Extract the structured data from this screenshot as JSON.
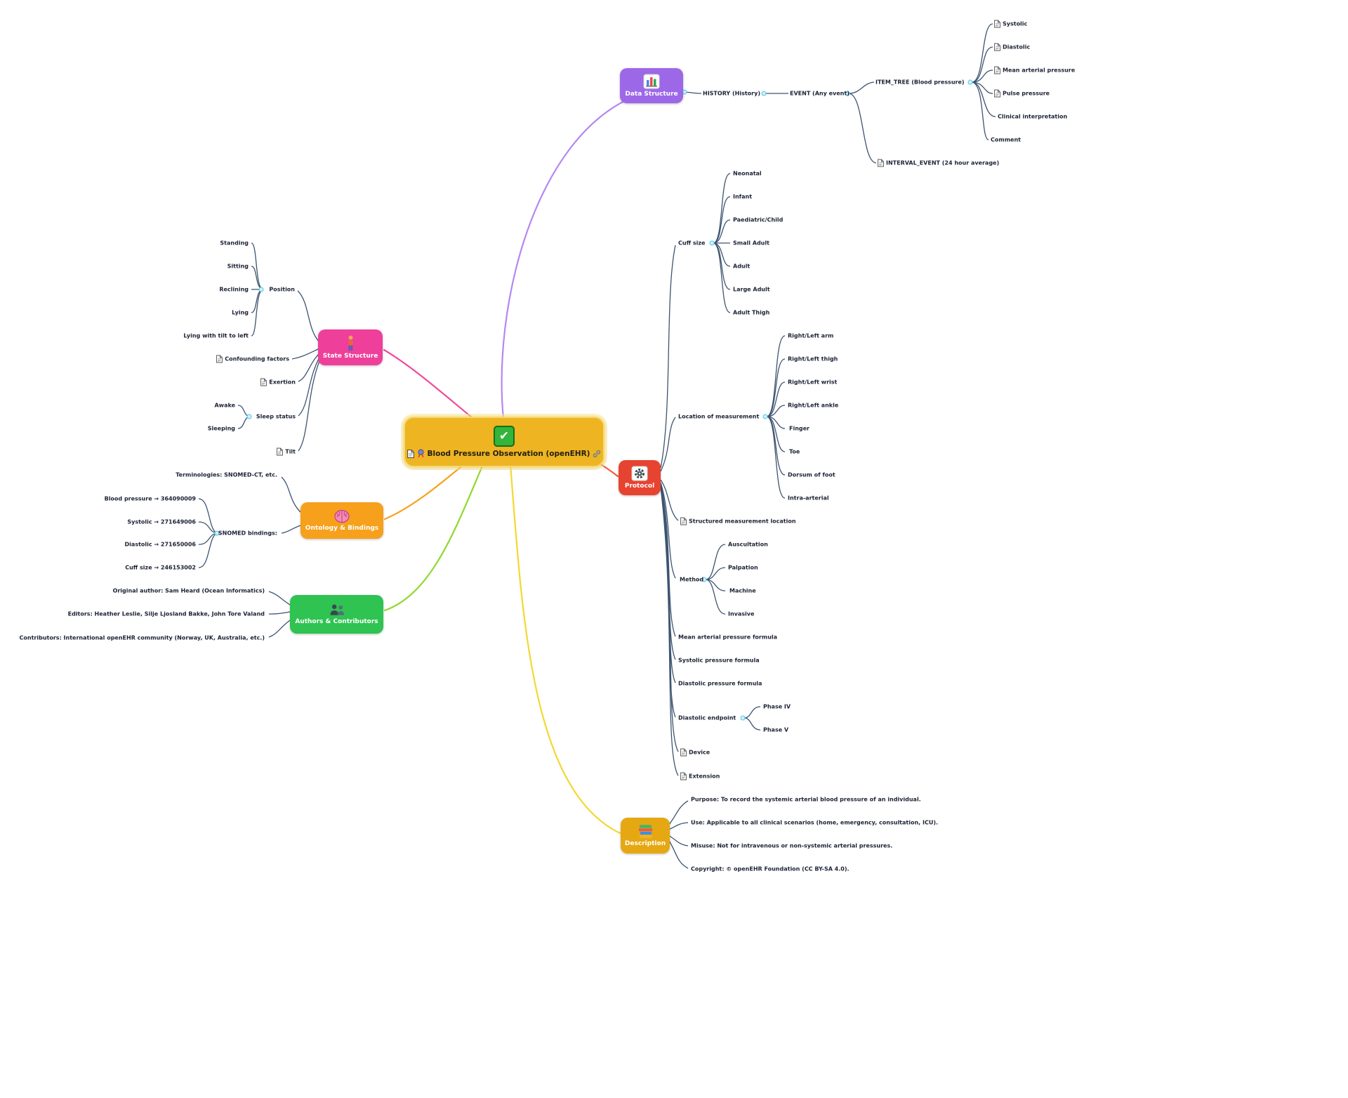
{
  "central": {
    "title": "Blood Pressure Observation (openEHR)",
    "icons": [
      "check-icon",
      "document-icon",
      "seal-icon",
      "link-icon"
    ]
  },
  "colors": {
    "central_fill": "#eeb422",
    "data_structure": "#9d68e8",
    "state_structure": "#ee3f9a",
    "ontology": "#f6a01b",
    "authors": "#2fc351",
    "protocol": "#e74331",
    "description": "#e5a812",
    "connector": "#3d5470",
    "branch_purple": "#b588f0",
    "branch_pink": "#f04a9b",
    "branch_orange": "#f6a21c",
    "branch_green": "#8fd92e",
    "branch_red": "#f25c33",
    "branch_yellow": "#f3d832"
  },
  "branches": {
    "data_structure": {
      "label": "Data Structure",
      "icon": "bar-chart-icon",
      "history": "HISTORY (History)",
      "event": "EVENT (Any event)",
      "item_tree": "ITEM_TREE (Blood pressure)",
      "items": [
        "Systolic",
        "Diastolic",
        "Mean arterial pressure",
        "Pulse pressure",
        "Clinical interpretation",
        "Comment"
      ],
      "interval_event": "INTERVAL_EVENT (24 hour average)"
    },
    "state_structure": {
      "label": "State Structure",
      "icon": "person-icon",
      "position": "Position",
      "position_items": [
        "Standing",
        "Sitting",
        "Reclining",
        "Lying",
        "Lying with tilt to left"
      ],
      "confounding_factors": "Confounding factors",
      "exertion": "Exertion",
      "sleep_status": "Sleep status",
      "sleep_items": [
        "Awake",
        "Sleeping"
      ],
      "tilt": "Tilt"
    },
    "ontology": {
      "label": "Ontology & Bindings",
      "icon": "brain-icon",
      "terminologies": "Terminologies: SNOMED-CT, etc.",
      "bindings_label": "SNOMED bindings:",
      "bindings": [
        "Blood pressure → 364090009",
        "Systolic → 271649006",
        "Diastolic → 271650006",
        "Cuff size → 246153002"
      ]
    },
    "authors": {
      "label": "Authors & Contributors",
      "icon": "people-icon",
      "items": [
        "Original author: Sam Heard (Ocean Informatics)",
        "Editors: Heather Leslie, Silje Ljosland Bakke, John Tore Valand",
        "Contributors: International openEHR community (Norway, UK, Australia, etc.)"
      ]
    },
    "protocol": {
      "label": "Protocol",
      "icon": "gear-icon",
      "cuff_size": "Cuff size",
      "cuff_items": [
        "Neonatal",
        "Infant",
        "Paediatric/Child",
        "Small Adult",
        "Adult",
        "Large Adult",
        "Adult Thigh"
      ],
      "location": "Location of measurement",
      "location_items": [
        "Right/Left arm",
        "Right/Left thigh",
        "Right/Left wrist",
        "Right/Left ankle",
        "Finger",
        "Toe",
        "Dorsum of foot",
        "Intra-arterial"
      ],
      "structured_location": "Structured measurement location",
      "method": "Method",
      "method_items": [
        "Auscultation",
        "Palpation",
        "Machine",
        "Invasive"
      ],
      "map_formula": "Mean arterial pressure formula",
      "systolic_formula": "Systolic pressure formula",
      "diastolic_formula": "Diastolic pressure formula",
      "diastolic_endpoint": "Diastolic endpoint",
      "endpoint_items": [
        "Phase IV",
        "Phase V"
      ],
      "device": "Device",
      "extension": "Extension"
    },
    "description": {
      "label": "Description",
      "icon": "books-icon",
      "items": [
        "Purpose: To record the systemic arterial blood pressure of an individual.",
        "Use: Applicable to all clinical scenarios (home, emergency, consultation, ICU).",
        "Misuse: Not for intravenous or non-systemic arterial pressures.",
        "Copyright: © openEHR Foundation (CC BY-SA 4.0)."
      ]
    }
  }
}
